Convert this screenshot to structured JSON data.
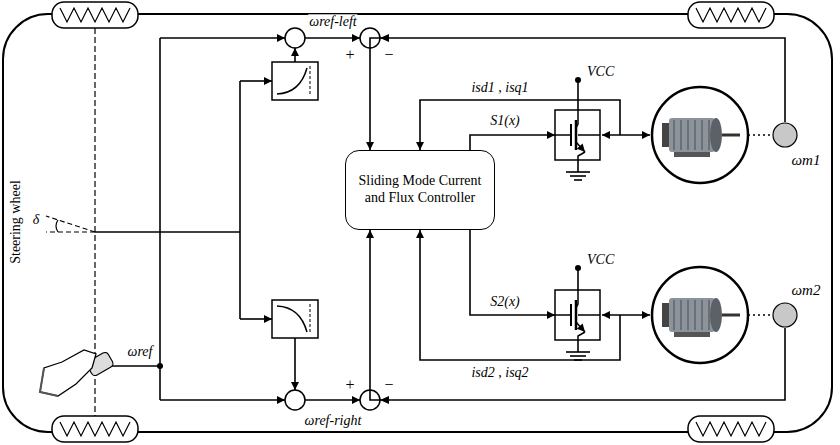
{
  "diagram": {
    "nodes": [
      {
        "text": [
          "ωm1"
        ]
      },
      {
        "text": [
          "Sliding Mode Current and Flux Controller"
        ]
      },
      {
        "text": [
          "ωm2"
        ]
      }
    ],
    "edges": [
      {
        "from": 0,
        "to": 1,
        "arrow": "to"
      },
      {
        "from": 2,
        "to": 1,
        "arrow": "to"
      }
    ],
    "labels": [
      "Steering wheel",
      "δ",
      "ωref",
      "ωref-left",
      "+",
      "−",
      "ωref-right",
      "+",
      "−",
      "isd1 , isq1",
      "S1(x)",
      "VCC",
      "isd2 , isq2",
      "S2(x)",
      "VCC"
    ]
  }
}
